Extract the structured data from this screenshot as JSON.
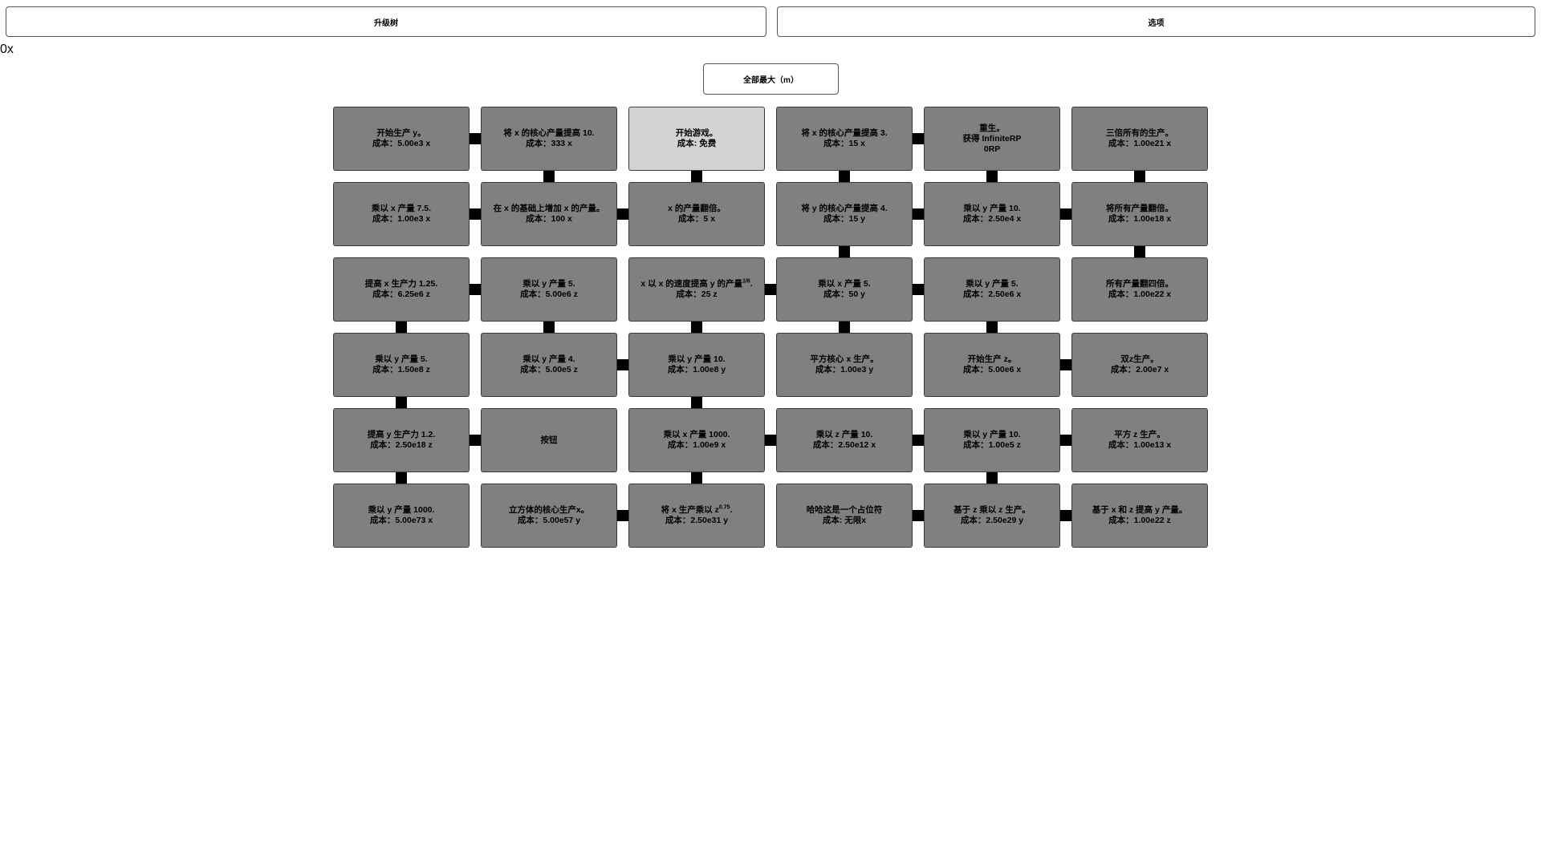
{
  "tabs": {
    "upgrade_tree": "升级树",
    "options": "选项"
  },
  "currency_display": "0x",
  "max_all_label": "全部最大（m）",
  "colors": {
    "node_bg": "#808080",
    "node_bought_bg": "#d3d3d3",
    "connector": "#000000"
  },
  "upgrades": [
    [
      {
        "name": "start-y",
        "text": "开始生产 y。",
        "cost": "成本：5.00e3 x"
      },
      {
        "name": "x-core-10",
        "text": "将 x 的核心产量提高 10.",
        "cost": "成本：333 x"
      },
      {
        "name": "start-game",
        "text": "开始游戏。",
        "cost": "成本: 免费",
        "bought": true
      },
      {
        "name": "x-core-3",
        "text": "将 x 的核心产量提高 3.",
        "cost": "成本：15 x"
      },
      {
        "name": "rebirth",
        "text": "重生。",
        "text2": "获得 InfiniteRP",
        "cost": "0RP"
      },
      {
        "name": "triple-all",
        "text": "三倍所有的生产。",
        "cost": "成本：1.00e21 x"
      }
    ],
    [
      {
        "name": "mult-x-7-5",
        "text": "乘以 x 产量 7.5.",
        "cost": "成本：1.00e3 x"
      },
      {
        "name": "add-x-base",
        "text": "在 x 的基础上增加 x 的产量。",
        "cost": "成本：100 x"
      },
      {
        "name": "double-x",
        "text": "x 的产量翻倍。",
        "cost": "成本：5 x"
      },
      {
        "name": "y-core-4",
        "text": "将 y 的核心产量提高 4.",
        "cost": "成本：15 y"
      },
      {
        "name": "mult-y-10-a",
        "text": "乘以 y 产量 10.",
        "cost": "成本：2.50e4 x"
      },
      {
        "name": "double-all",
        "text": "将所有产量翻倍。",
        "cost": "成本：1.00e18 x"
      }
    ],
    [
      {
        "name": "x-power-1-25",
        "text": "提高 x 生产力 1.25.",
        "cost": "成本：6.25e6 z"
      },
      {
        "name": "mult-y-5-a",
        "text": "乘以 y 产量 5.",
        "cost": "成本：5.00e6 z"
      },
      {
        "name": "x-boost-y",
        "text": "x 以 x 的速度提高 y 的产量",
        "sup": "1/6",
        "tail": ".",
        "cost": "成本：25 z"
      },
      {
        "name": "mult-x-5",
        "text": "乘以 x 产量 5.",
        "cost": "成本：50 y"
      },
      {
        "name": "mult-y-5-b",
        "text": "乘以 y 产量 5.",
        "cost": "成本：2.50e6 x"
      },
      {
        "name": "quad-all",
        "text": "所有产量翻四倍。",
        "cost": "成本：1.00e22 x"
      }
    ],
    [
      {
        "name": "mult-y-5-c",
        "text": "乘以 y 产量 5.",
        "cost": "成本：1.50e8 z"
      },
      {
        "name": "mult-y-4",
        "text": "乘以 y 产量 4.",
        "cost": "成本：5.00e5 z"
      },
      {
        "name": "mult-y-10-b",
        "text": "乘以 y 产量 10.",
        "cost": "成本：1.00e8 y"
      },
      {
        "name": "square-core-x",
        "text": "平方核心 x 生产。",
        "cost": "成本：1.00e3 y"
      },
      {
        "name": "start-z",
        "text": "开始生产 z。",
        "cost": "成本：5.00e6 x"
      },
      {
        "name": "double-z",
        "text": "双z生产。",
        "cost": "成本：2.00e7 x"
      }
    ],
    [
      {
        "name": "y-power-1-2",
        "text": "提高 y 生产力 1.2.",
        "cost": "成本：2.50e18 z"
      },
      {
        "name": "button",
        "text": "按钮",
        "cost": ""
      },
      {
        "name": "mult-x-1000",
        "text": "乘以 x 产量 1000.",
        "cost": "成本：1.00e9 x"
      },
      {
        "name": "mult-z-10",
        "text": "乘以 z 产量 10.",
        "cost": "成本：2.50e12 x"
      },
      {
        "name": "mult-y-10-c",
        "text": "乘以 y 产量 10.",
        "cost": "成本：1.00e5 z"
      },
      {
        "name": "square-z",
        "text": "平方 z 生产。",
        "cost": "成本：1.00e13 x"
      }
    ],
    [
      {
        "name": "mult-y-1000",
        "text": "乘以 y 产量 1000.",
        "cost": "成本：5.00e73 x"
      },
      {
        "name": "cube-core-x",
        "text": "立方体的核心生产x。",
        "cost": "成本：5.00e57 y"
      },
      {
        "name": "x-times-z",
        "text": "将 x 生产乘以 z",
        "sup": "0.75",
        "tail": ".",
        "cost": "成本：2.50e31 y"
      },
      {
        "name": "placeholder",
        "text": "哈哈这是一个占位符",
        "cost": "成本: 无限x"
      },
      {
        "name": "z-mult-z",
        "text": "基于 z 乘以 z 生产。",
        "cost": "成本：2.50e29 y"
      },
      {
        "name": "xz-boost-y",
        "text": "基于 x 和 z 提高 y 产量。",
        "cost": "成本：1.00e22 z"
      }
    ]
  ]
}
